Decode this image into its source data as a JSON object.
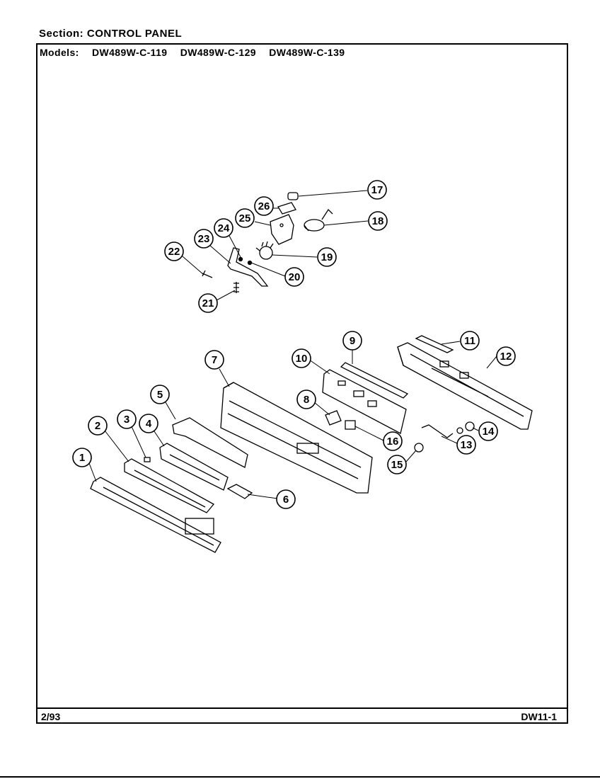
{
  "header": {
    "section_prefix": "Section:",
    "section_title": "CONTROL PANEL",
    "models_prefix": "Models:",
    "models": [
      "DW489W-C-119",
      "DW489W-C-129",
      "DW489W-C-139"
    ]
  },
  "footer": {
    "date": "2/93",
    "page_code": "DW11-1"
  },
  "callouts": [
    "1",
    "2",
    "3",
    "4",
    "5",
    "6",
    "7",
    "8",
    "9",
    "10",
    "11",
    "12",
    "13",
    "14",
    "15",
    "16",
    "17",
    "18",
    "19",
    "20",
    "21",
    "22",
    "23",
    "24",
    "25",
    "26"
  ]
}
